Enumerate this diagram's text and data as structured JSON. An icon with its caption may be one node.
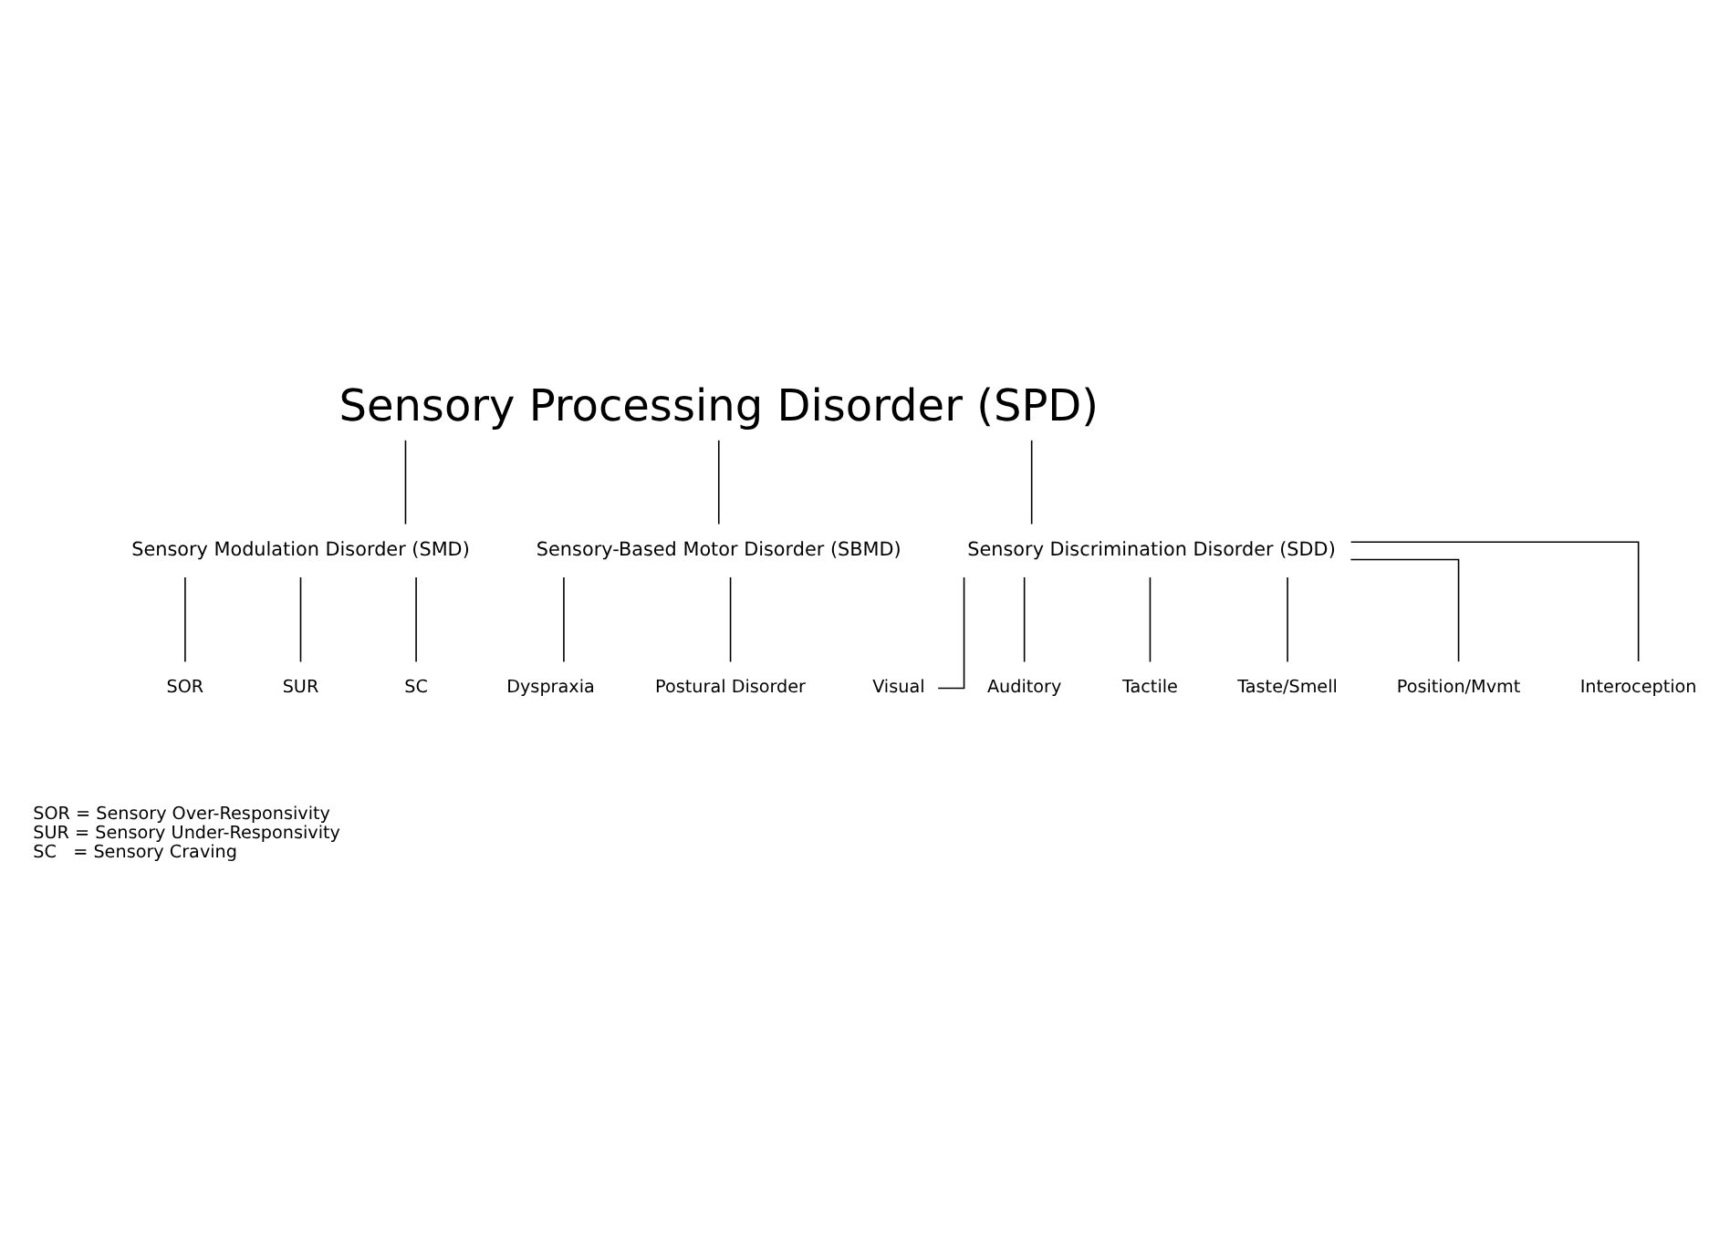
{
  "diagram": {
    "nodes": [
      {
        "text": [
          "Sensory Processing Disorder (SPD)"
        ]
      },
      {
        "text": [
          "Sensory Modulation Disorder (SMD)"
        ]
      },
      {
        "text": [
          "Sensory-Based Motor Disorder (SBMD)"
        ]
      },
      {
        "text": [
          "Sensory Discrimination Disorder (SDD)"
        ]
      },
      {
        "text": [
          "SOR"
        ]
      },
      {
        "text": [
          "SUR"
        ]
      },
      {
        "text": [
          "SC"
        ]
      },
      {
        "text": [
          "Dyspraxia"
        ]
      },
      {
        "text": [
          "Postural Disorder"
        ]
      },
      {
        "text": [
          "Visual"
        ]
      },
      {
        "text": [
          "Auditory"
        ]
      },
      {
        "text": [
          "Tactile"
        ]
      },
      {
        "text": [
          "Taste/Smell"
        ]
      },
      {
        "text": [
          "Position/Mvmt"
        ]
      },
      {
        "text": [
          "Interoception"
        ]
      }
    ],
    "edges": [
      {
        "from": 0,
        "to": 1,
        "arrow": "none"
      },
      {
        "from": 0,
        "to": 2,
        "arrow": "none"
      },
      {
        "from": 0,
        "to": 3,
        "arrow": "none"
      },
      {
        "from": 1,
        "to": 4,
        "arrow": "none"
      },
      {
        "from": 1,
        "to": 5,
        "arrow": "none"
      },
      {
        "from": 1,
        "to": 6,
        "arrow": "none"
      },
      {
        "from": 2,
        "to": 7,
        "arrow": "none"
      },
      {
        "from": 2,
        "to": 8,
        "arrow": "none"
      },
      {
        "from": 3,
        "to": 9,
        "arrow": "none"
      },
      {
        "from": 3,
        "to": 10,
        "arrow": "none"
      },
      {
        "from": 3,
        "to": 11,
        "arrow": "none"
      },
      {
        "from": 3,
        "to": 12,
        "arrow": "none"
      },
      {
        "from": 3,
        "to": 13,
        "arrow": "none"
      },
      {
        "from": 3,
        "to": 14,
        "arrow": "none"
      }
    ],
    "labels": [
      "SOR = Sensory Over-Responsivity",
      "SUR = Sensory Under-Responsivity",
      "SC   = Sensory Craving"
    ]
  }
}
